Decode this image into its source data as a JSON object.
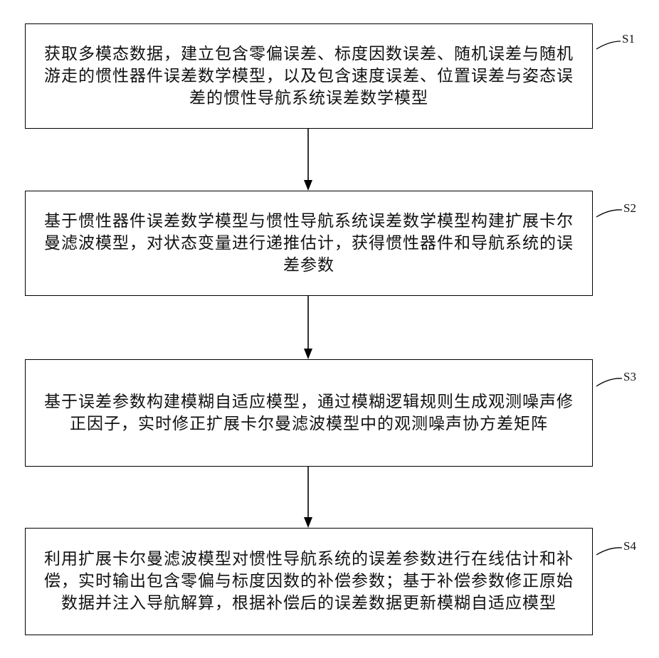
{
  "steps": [
    {
      "label": "S1",
      "lines": [
        "获取多模态数据，建立包含零偏误差、标度因数误差、随机误差与随机",
        "游走的惯性器件误差数学模型，以及包含速度误差、位置误差与姿态误",
        "差的惯性导航系统误差数学模型"
      ]
    },
    {
      "label": "S2",
      "lines": [
        "基于惯性器件误差数学模型与惯性导航系统误差数学模型构建扩展卡尔",
        "曼滤波模型，对状态变量进行递推估计，获得惯性器件和导航系统的误",
        "差参数"
      ]
    },
    {
      "label": "S3",
      "lines": [
        "基于误差参数构建模糊自适应模型，通过模糊逻辑规则生成观测噪声修",
        "正因子，实时修正扩展卡尔曼滤波模型中的观测噪声协方差矩阵"
      ]
    },
    {
      "label": "S4",
      "lines": [
        "利用扩展卡尔曼滤波模型对惯性导航系统的误差参数进行在线估计和补",
        "偿，实时输出包含零偏与标度因数的补偿参数；基于补偿参数修正原始",
        "数据并注入导航解算，根据补偿后的误差数据更新模糊自适应模型"
      ]
    }
  ]
}
